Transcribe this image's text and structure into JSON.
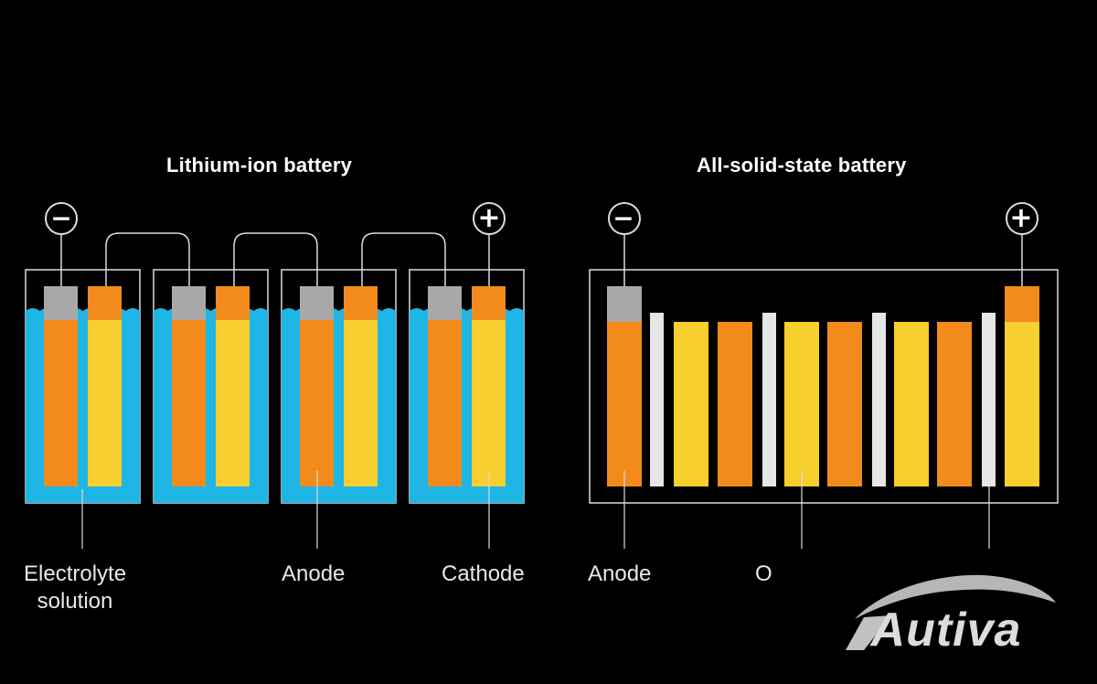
{
  "left_panel": {
    "title": "Lithium-ion battery",
    "negative_terminal": "−",
    "positive_terminal": "+",
    "labels": {
      "electrolyte": "Electrolyte\nsolution",
      "anode": "Anode",
      "cathode": "Cathode"
    }
  },
  "right_panel": {
    "title": "All-solid-state battery",
    "negative_terminal": "−",
    "positive_terminal": "+",
    "labels": {
      "anode": "Anode",
      "partial_label": "O"
    }
  },
  "watermark": {
    "brand": "Autiva"
  },
  "colors": {
    "background": "#000000",
    "electrolyte": "#1fb6e6",
    "anode": "#f28a1c",
    "cathode": "#f7cf2e",
    "collector_gray": "#a8a8a8",
    "separator": "#e6e6e6",
    "outline": "#dcdcdc"
  }
}
